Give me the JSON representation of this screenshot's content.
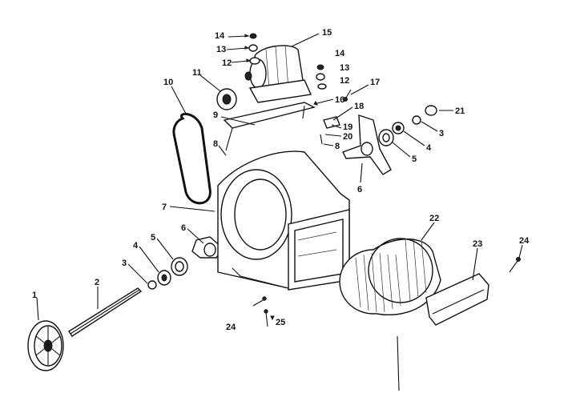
{
  "callouts": [
    {
      "id": "c1",
      "text": "1"
    },
    {
      "id": "c2",
      "text": "2"
    },
    {
      "id": "c3a",
      "text": "3"
    },
    {
      "id": "c4a",
      "text": "4"
    },
    {
      "id": "c5a",
      "text": "5"
    },
    {
      "id": "c6a",
      "text": "6"
    },
    {
      "id": "c7",
      "text": "7"
    },
    {
      "id": "c8a",
      "text": "8"
    },
    {
      "id": "c9",
      "text": "9"
    },
    {
      "id": "c10",
      "text": "10"
    },
    {
      "id": "c11",
      "text": "11"
    },
    {
      "id": "c12a",
      "text": "12"
    },
    {
      "id": "c13a",
      "text": "13"
    },
    {
      "id": "c14a",
      "text": "14"
    },
    {
      "id": "c15",
      "text": "15"
    },
    {
      "id": "c14b",
      "text": "14"
    },
    {
      "id": "c13b",
      "text": "13"
    },
    {
      "id": "c12b",
      "text": "12"
    },
    {
      "id": "c16",
      "text": "16"
    },
    {
      "id": "c17",
      "text": "17"
    },
    {
      "id": "c18",
      "text": "18"
    },
    {
      "id": "c19",
      "text": "19"
    },
    {
      "id": "c20",
      "text": "20"
    },
    {
      "id": "c8b",
      "text": "8"
    },
    {
      "id": "c21",
      "text": "21"
    },
    {
      "id": "c3b",
      "text": "3"
    },
    {
      "id": "c4b",
      "text": "4"
    },
    {
      "id": "c5b",
      "text": "5"
    },
    {
      "id": "c6b",
      "text": "6"
    },
    {
      "id": "c22",
      "text": "22"
    },
    {
      "id": "c23",
      "text": "23"
    },
    {
      "id": "c24a",
      "text": "24"
    },
    {
      "id": "c24b",
      "text": "24"
    },
    {
      "id": "c25",
      "text": "25"
    }
  ]
}
